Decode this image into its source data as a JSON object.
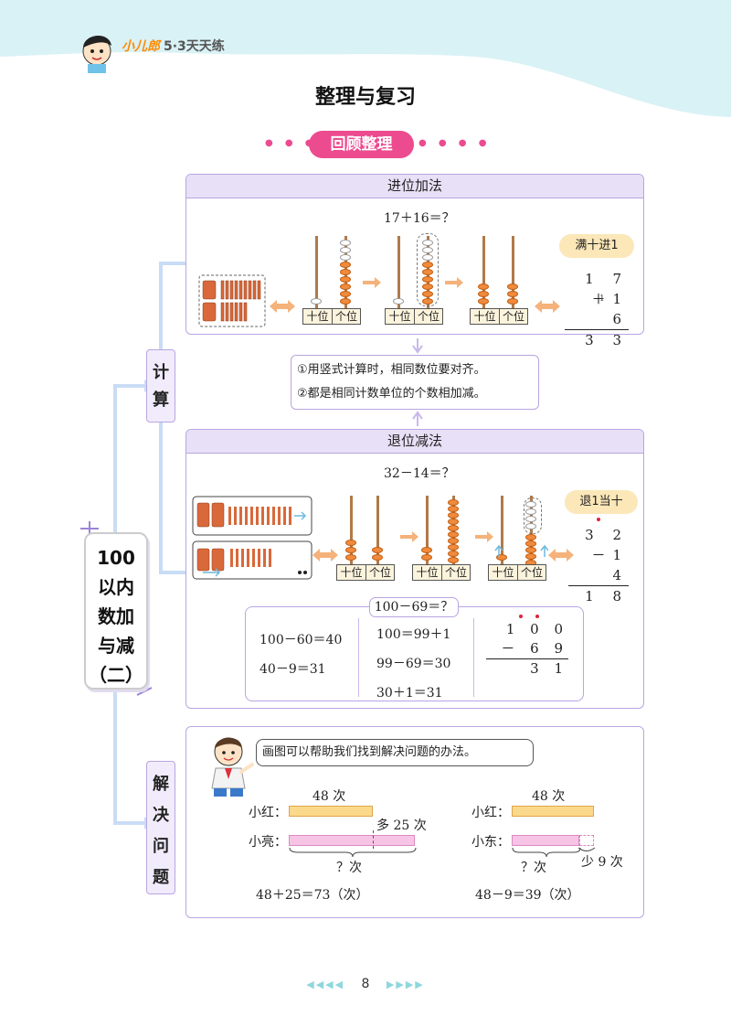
{
  "header": {
    "brand_main": "小儿郎",
    "brand_sub": "5·3天天练"
  },
  "page_title": "整理与复习",
  "section_banner": "回顾整理",
  "mindmap": {
    "main_topic_lines": [
      "100",
      "以内",
      "数加",
      "与减",
      "（二）"
    ],
    "branch_calc": [
      "计",
      "算"
    ],
    "branch_solve": [
      "解",
      "决",
      "问",
      "题"
    ]
  },
  "addition": {
    "title": "进位加法",
    "equation": "17＋16＝？",
    "place_tens": "十位",
    "place_ones": "个位",
    "bubble": "满十进1",
    "vertical": {
      "row1": "1 7",
      "row2": "＋1 6",
      "carry": "1",
      "result": "3 3"
    }
  },
  "rules": {
    "rule1": "①用竖式计算时，相同数位要对齐。",
    "rule2": "②都是相同计数单位的个数相加减。"
  },
  "subtraction": {
    "title": "退位减法",
    "equation": "32－14＝？",
    "place_tens": "十位",
    "place_ones": "个位",
    "bubble": "退1当十",
    "vertical": {
      "row1": "3 2",
      "row2": "－1 4",
      "result": "1 8"
    },
    "example_title": "100－69＝？",
    "method1": [
      "100－60＝40",
      "40－9＝31"
    ],
    "method2": [
      "100＝99＋1",
      "99－69＝30",
      "30＋1＝31"
    ],
    "method3": {
      "row1": "1 0 0",
      "row2": "－   6 9",
      "result": "3 1"
    }
  },
  "problem": {
    "speech": "画图可以帮助我们找到解决问题的办法。",
    "left": {
      "top_name": "小红：",
      "top_value": "48 次",
      "bottom_name": "小亮：",
      "extra": "多 25 次",
      "question": "？次",
      "answer": "48＋25＝73（次）"
    },
    "right": {
      "top_name": "小红：",
      "top_value": "48 次",
      "bottom_name": "小东：",
      "less": "少 9 次",
      "question": "？次",
      "answer": "48－9＝39（次）"
    }
  },
  "footer": {
    "page_number": "8"
  },
  "colors": {
    "accent_pink": "#ec4b90",
    "panel_border": "#b9a5e2",
    "panel_head": "#e8e0f7",
    "bead_orange": "#f08a3c",
    "arrow_orange": "#f5b27a"
  }
}
